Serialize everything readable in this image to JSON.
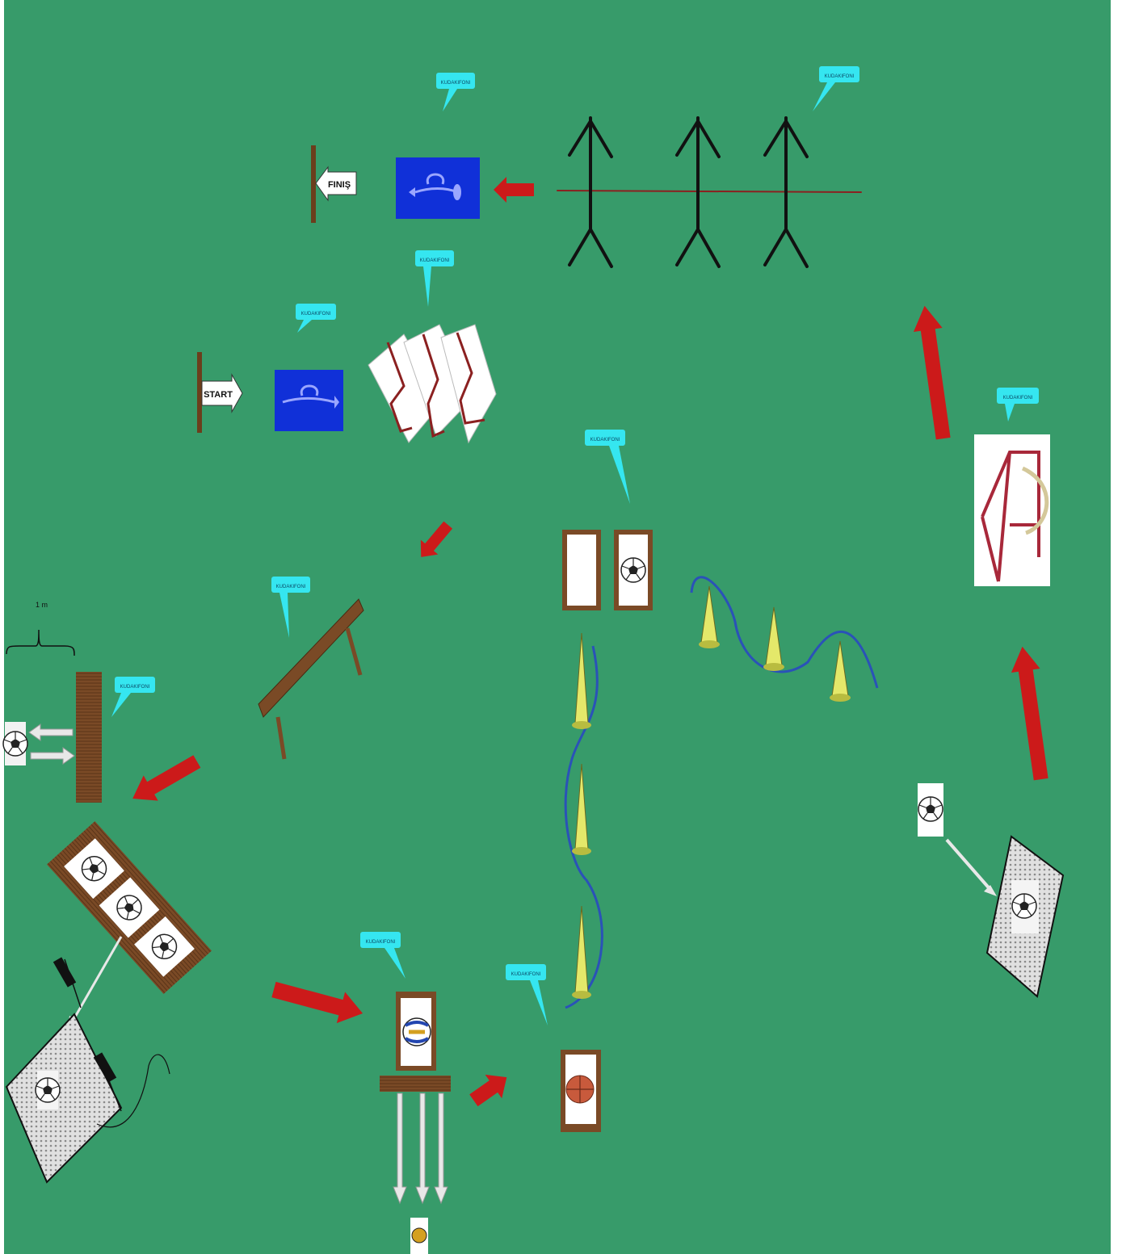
{
  "diagram": {
    "colors": {
      "field": "#379b6a",
      "arrow": "#cc1a1a",
      "bubble": "#35e6f0",
      "mat_blue": "#1030d8",
      "wood": "#7a4a26",
      "cone": "#e4e86a",
      "rope": "#2a52b8"
    },
    "markers": {
      "start_label": "START",
      "finish_label": "FINIŞ"
    },
    "callout_label": "KUDAKIFONI"
  }
}
